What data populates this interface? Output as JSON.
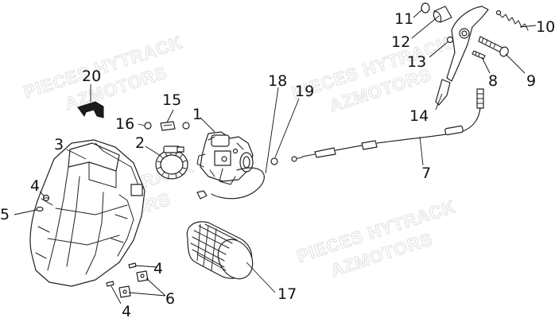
{
  "watermarks": [
    {
      "line1": "PIECES HYTRACK",
      "line2": "AZMOTORS"
    },
    {
      "line1": "PIECES HYTRACK",
      "line2": "AZMOTORS"
    },
    {
      "line1": "PIECES HYTRACK",
      "line2": "AZMOTORS"
    },
    {
      "line1": "PIECES HYTRACK",
      "line2": "AZMOTORS"
    }
  ],
  "callouts": [
    "1",
    "2",
    "3",
    "4",
    "5",
    "4",
    "6",
    "4",
    "7",
    "8",
    "9",
    "10",
    "11",
    "12",
    "13",
    "14",
    "15",
    "16",
    "17",
    "18",
    "19",
    "20"
  ],
  "parts": {
    "carburetor": "carburetor",
    "intake_clamp": "clamp",
    "air_filter_box": "air-filter-box",
    "air_filter": "air-filter",
    "filter_cap": "filter-cap",
    "throttle_cable": "cable",
    "brake_pedal": "pedal",
    "return_spring": "spring",
    "drain_hose": "hose"
  }
}
